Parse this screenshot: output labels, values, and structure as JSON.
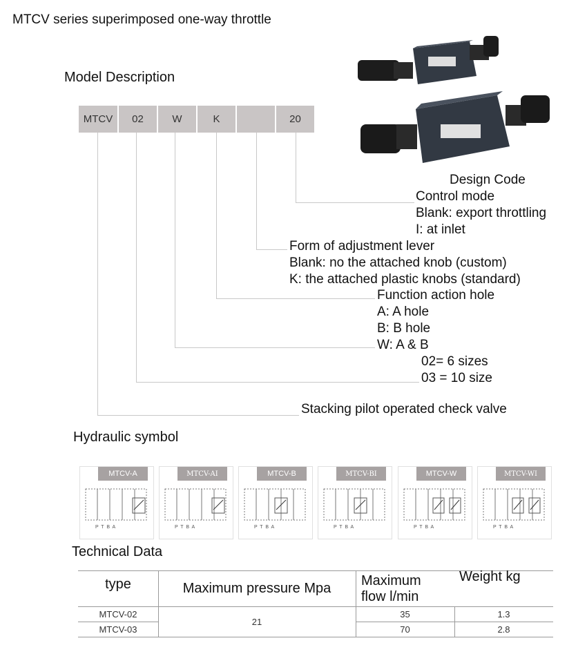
{
  "title": "MTCV series superimposed one-way throttle",
  "model_description": {
    "heading": "Model Description",
    "codes": [
      "MTCV",
      "02",
      "W",
      "K",
      "",
      "20"
    ]
  },
  "descriptions": {
    "design_code": "Design Code",
    "control_mode": [
      "Control mode",
      "Blank: export throttling",
      "I: at inlet"
    ],
    "adjustment": [
      "Form of adjustment lever",
      "Blank: no the attached knob (custom)",
      "K: the attached plastic knobs (standard)"
    ],
    "function": [
      "Function action hole",
      "A: A hole",
      "B: B hole",
      "W: A & B"
    ],
    "size": [
      "02= 6 sizes",
      "03 = 10 size"
    ],
    "stacking": "Stacking pilot operated check valve"
  },
  "hydraulic": {
    "heading": "Hydraulic symbol",
    "symbols": [
      {
        "tag": "MTCV-A",
        "ports": "P  T  B  A"
      },
      {
        "tag": "MTCV-AI",
        "ports": "P  T  B  A"
      },
      {
        "tag": "MTCV-B",
        "ports": "P  T  B  A"
      },
      {
        "tag": "MTCV-BI",
        "ports": "P  T  B  A"
      },
      {
        "tag": "MTCV-W",
        "ports": "P  T  B  A"
      },
      {
        "tag": "MTCV-WI",
        "ports": "P  T  B  A"
      }
    ]
  },
  "technical": {
    "heading": "Technical Data",
    "headers": {
      "type": "type",
      "pressure": "Maximum pressure Mpa",
      "flow": [
        "Maximum",
        "flow l/min"
      ],
      "weight": "Weight kg"
    },
    "rows": [
      {
        "type": "MTCV-02",
        "flow": "35",
        "weight": "1.3"
      },
      {
        "type": "MTCV-03",
        "flow": "70",
        "weight": "2.8"
      }
    ],
    "pressure": "21"
  }
}
